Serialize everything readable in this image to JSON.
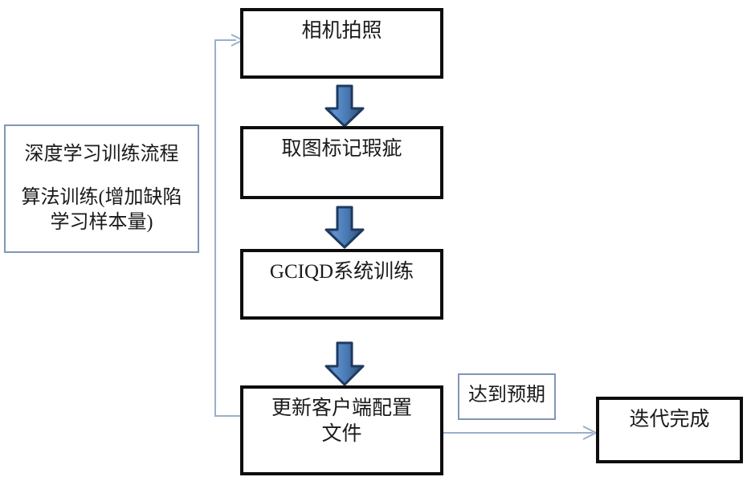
{
  "diagram": {
    "title_text_present": false,
    "colors": {
      "process_border": "#0d0d0d",
      "note_border": "#8196b4",
      "connector_line": "#9aafc9",
      "block_arrow_fill_light": "#5b8fd0",
      "block_arrow_fill_mid": "#3f6fa8",
      "block_arrow_outline": "#1f3a5f",
      "text": "#1a1a1a",
      "background": "#ffffff"
    },
    "annotation": {
      "line1": "深度学习训练流程",
      "line2": "算法训练(增加缺陷\n学习样本量)"
    },
    "nodes": [
      {
        "id": "camera",
        "label": "相机拍照"
      },
      {
        "id": "mark",
        "label": "取图标记瑕疵"
      },
      {
        "id": "train",
        "label": "GCIQD系统训练"
      },
      {
        "id": "update",
        "label": "更新客户端配置\n文件"
      },
      {
        "id": "done",
        "label": "迭代完成"
      }
    ],
    "edge_label": "达到预期",
    "arrows": [
      {
        "from": "camera",
        "to": "mark",
        "style": "block"
      },
      {
        "from": "mark",
        "to": "train",
        "style": "block"
      },
      {
        "from": "train",
        "to": "update",
        "style": "block"
      },
      {
        "from": "update",
        "to": "done",
        "style": "line",
        "label": "达到预期"
      },
      {
        "from": "update",
        "to": "camera",
        "style": "line-feedback"
      }
    ]
  }
}
